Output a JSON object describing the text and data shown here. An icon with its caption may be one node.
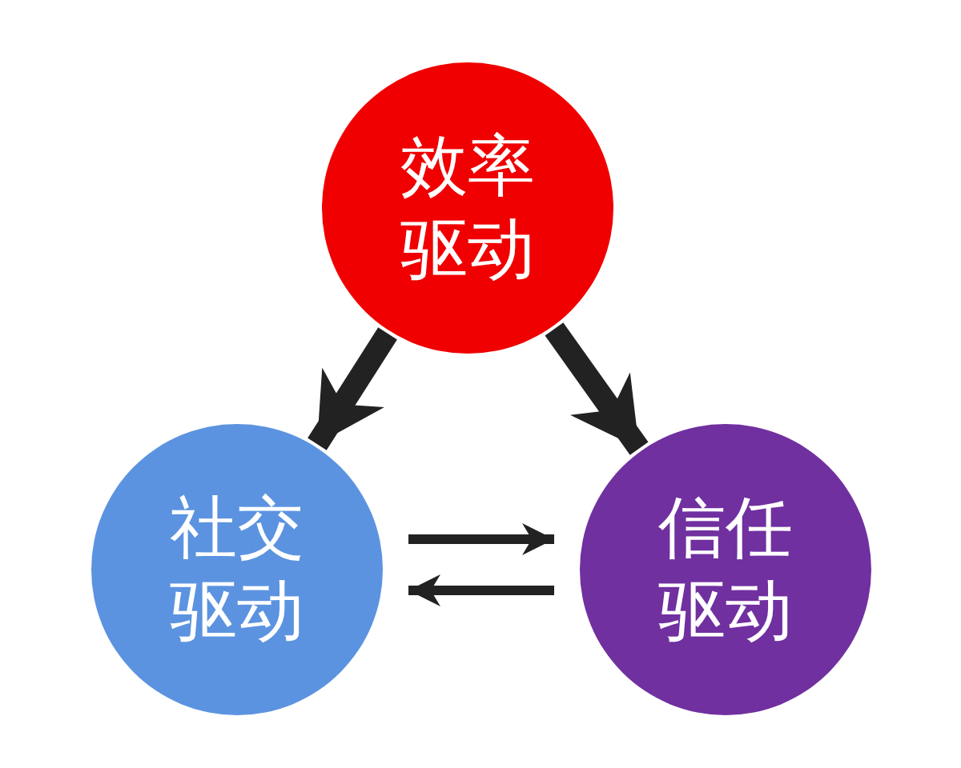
{
  "diagram": {
    "nodes": [
      {
        "text": [
          "效率驱动"
        ]
      },
      {
        "text": [
          "社交驱动"
        ]
      },
      {
        "text": [
          "信任驱动"
        ]
      }
    ],
    "edges": [
      {
        "from": 0,
        "to": 1,
        "arrow": "to",
        "style": "thick"
      },
      {
        "from": 0,
        "to": 2,
        "arrow": "to",
        "style": "thick"
      },
      {
        "from": 1,
        "to": 2,
        "arrow": "to"
      },
      {
        "from": 2,
        "to": 1,
        "arrow": "to"
      }
    ]
  }
}
